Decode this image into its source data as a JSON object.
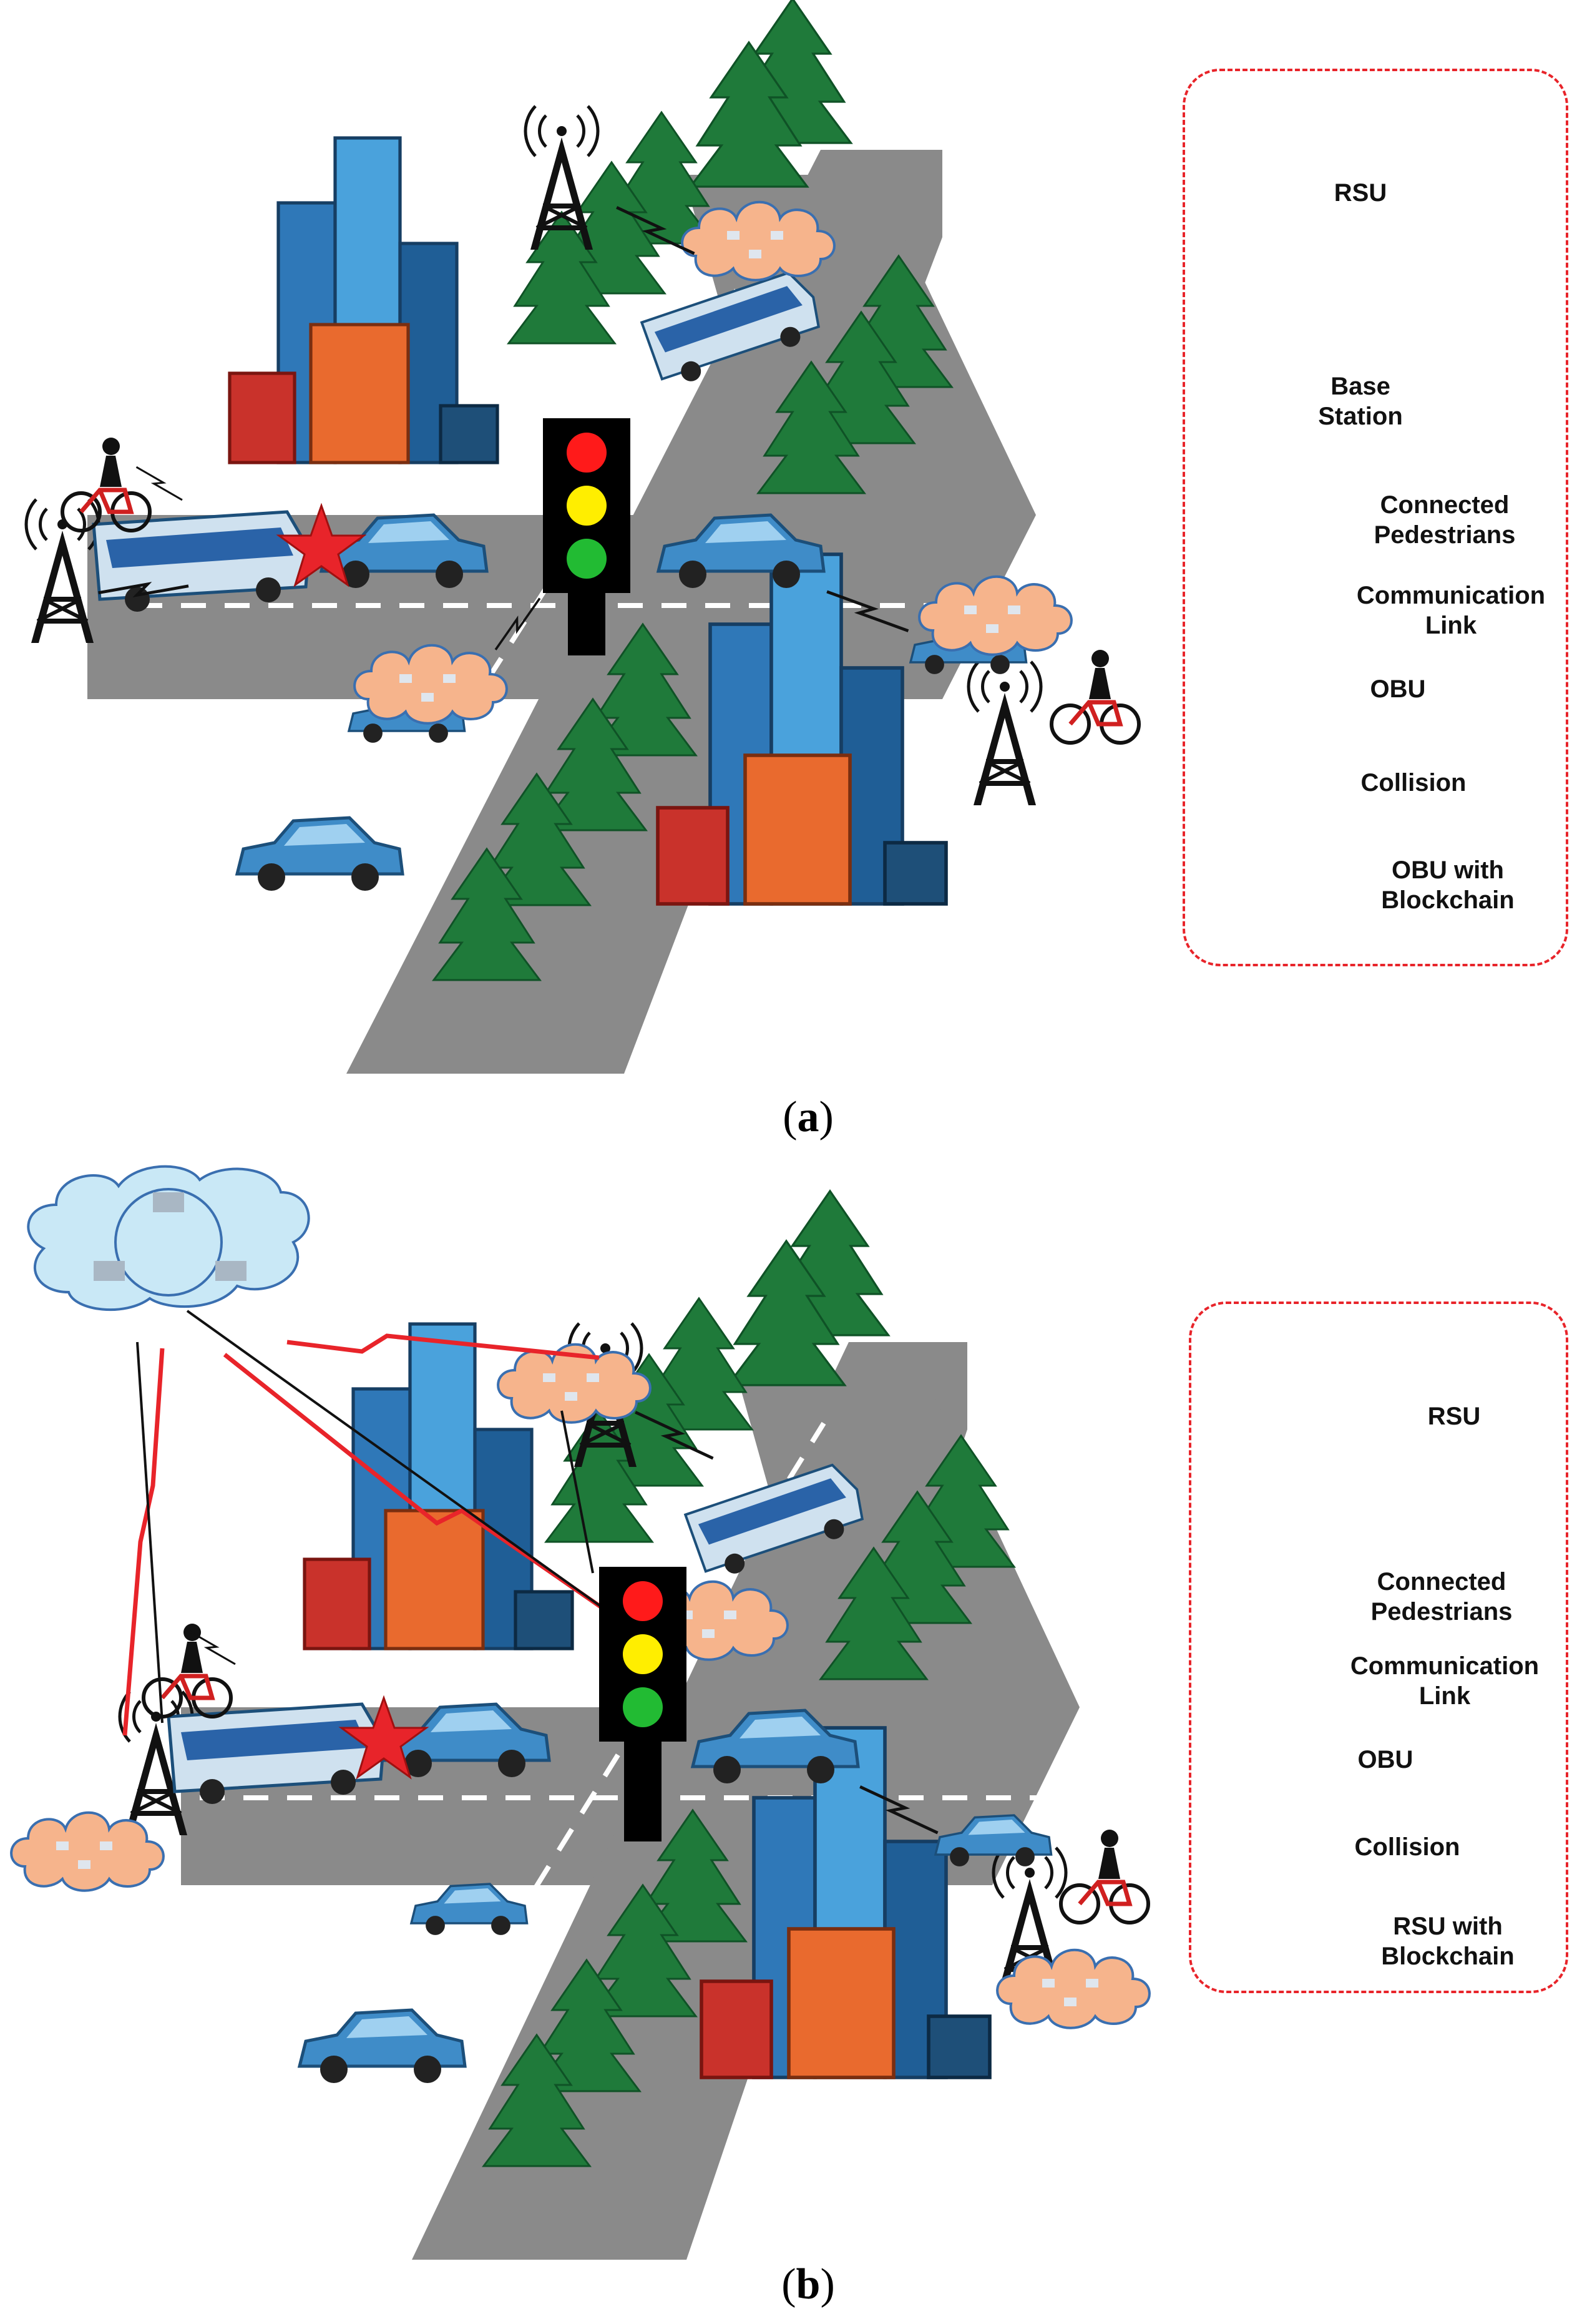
{
  "panel_a": {
    "caption_open": "(",
    "caption_letter": "a",
    "caption_close": ")",
    "legend": {
      "rsu": "RSU",
      "base_station_1": "Base",
      "base_station_2": "Station",
      "pedestrians_1": "Connected",
      "pedestrians_2": "Pedestrians",
      "link_1": "Communication",
      "link_2": "Link",
      "obu": "OBU",
      "collision": "Collision",
      "obu_blockchain_1": "OBU with",
      "obu_blockchain_2": "Blockchain"
    }
  },
  "panel_b": {
    "caption_open": "(",
    "caption_letter": "b",
    "caption_close": ")",
    "legend": {
      "rsu": "RSU",
      "pedestrians_1": "Connected",
      "pedestrians_2": "Pedestrians",
      "link_1": "Communication",
      "link_2": "Link",
      "obu": "OBU",
      "collision": "Collision",
      "rsu_blockchain_1": "RSU with",
      "rsu_blockchain_2": "Blockchain"
    }
  },
  "colors": {
    "road": "#8a8a8a",
    "tree": "#1f7a3a",
    "legend_border": "#e8242a",
    "light_red": "#ff1a1a",
    "light_yellow": "#ffee00",
    "light_green": "#22bb33",
    "cloud": "#f6b48c",
    "network_cloud": "#c9e8f6",
    "red_link": "#e8242a"
  }
}
